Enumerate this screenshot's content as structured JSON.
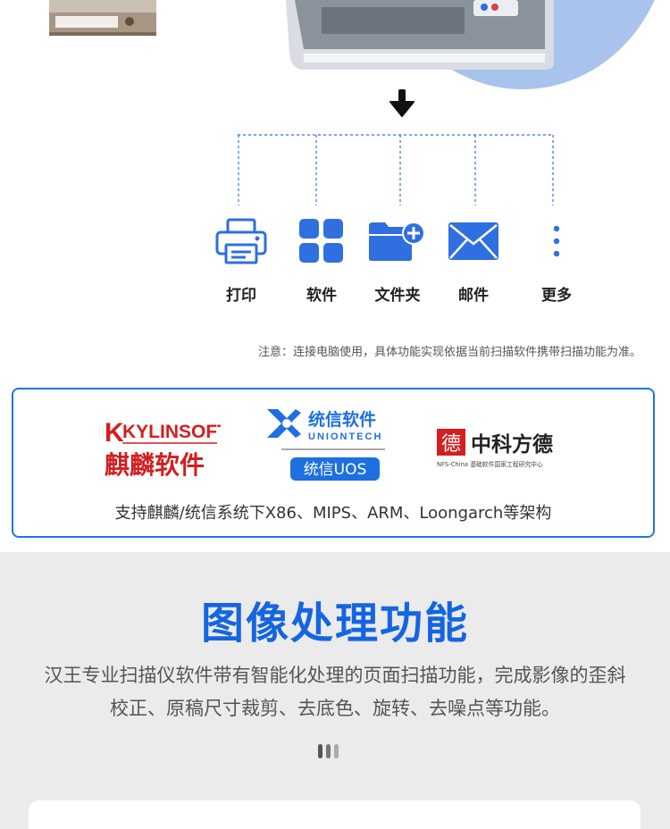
{
  "destinations": [
    {
      "label": "打印",
      "icon": "printer-icon"
    },
    {
      "label": "软件",
      "icon": "apps-grid-icon"
    },
    {
      "label": "文件夹",
      "icon": "folder-add-icon"
    },
    {
      "label": "邮件",
      "icon": "mail-icon"
    },
    {
      "label": "更多",
      "icon": "more-vertical-icon"
    }
  ],
  "note": "注意：连接电脑使用，具体功能实现依据当前扫描软件携带扫描功能为准。",
  "logos": {
    "kylin_en": "KYLINSOFT",
    "kylin_cn": "麒麟软件",
    "union_cn": "统信软件",
    "union_en": "UNIONTECH",
    "union_uos": "统信UOS",
    "nfs_char": "德",
    "nfs_cn": "中科方德",
    "nfs_sub": "NFS-China 基础软件国家工程研究中心"
  },
  "support_text": "支持麒麟/统信系统下X86、MIPS、ARM、Loongarch等架构",
  "processing": {
    "title": "图像处理功能",
    "desc_line1": "汉王专业扫描仪软件带有智能化处理的页面扫描功能，完成影像的歪斜",
    "desc_line2": "校正、原稿尺寸裁剪、去底色、旋转、去噪点等功能。"
  },
  "colors": {
    "accent": "#1565e0",
    "icon_blue": "#2f6fe0",
    "border_blue": "#1e73e6",
    "kylin_red": "#d21f1f"
  }
}
